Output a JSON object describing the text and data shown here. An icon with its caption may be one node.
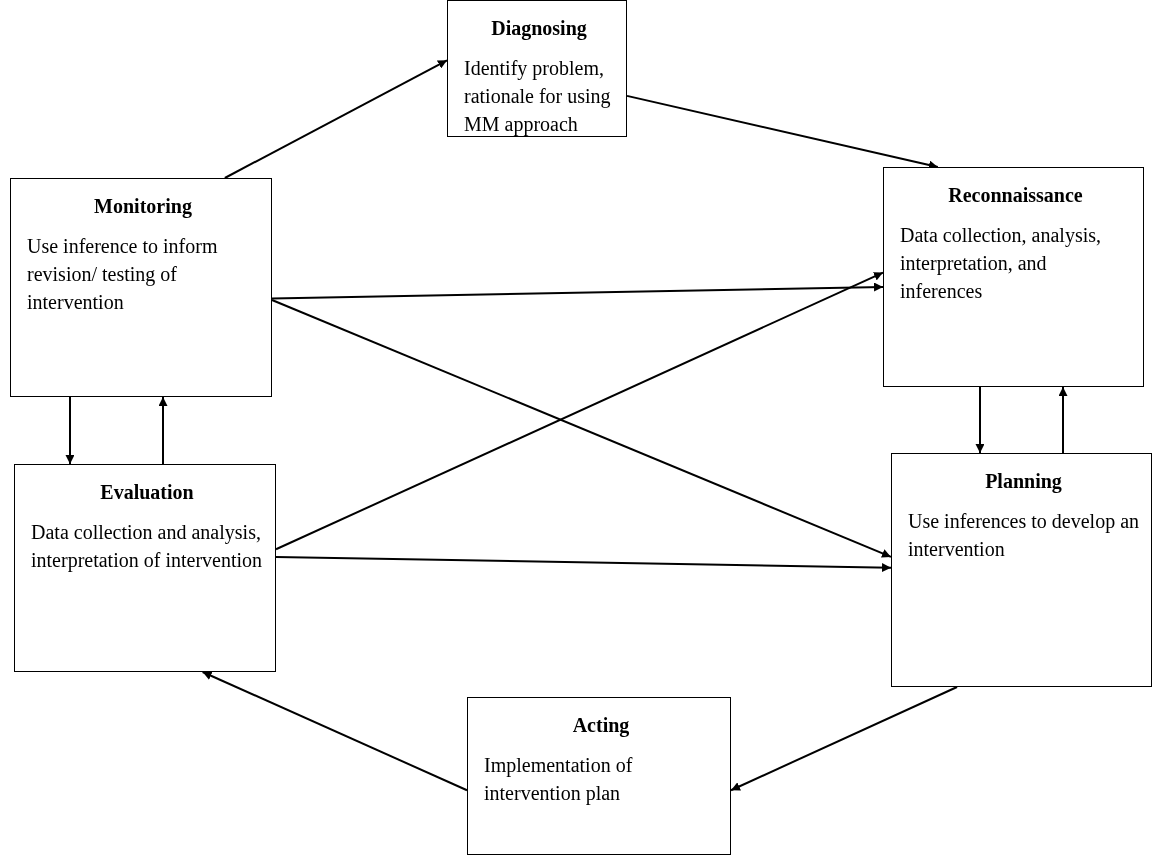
{
  "diagram": {
    "nodes": [
      {
        "text": [
          "Diagnosing",
          "Identify problem, rationale for using MM approach"
        ]
      },
      {
        "text": [
          "Monitoring",
          "Use inference to inform revision/ testing of intervention"
        ]
      },
      {
        "text": [
          "Reconnaissance",
          "Data collection, analysis, interpretation, and inferences"
        ]
      },
      {
        "text": [
          "Evaluation",
          "Data collection and analysis, interpretation of intervention"
        ]
      },
      {
        "text": [
          "Planning",
          "Use inferences to develop an intervention"
        ]
      },
      {
        "text": [
          "Acting",
          "Implementation of intervention plan"
        ]
      }
    ],
    "edges": [
      {
        "from": 1,
        "to": 0,
        "arrow": "to"
      },
      {
        "from": 0,
        "to": 2,
        "arrow": "to"
      },
      {
        "from": 1,
        "to": 2,
        "arrow": "to"
      },
      {
        "from": 1,
        "to": 4,
        "arrow": "to"
      },
      {
        "from": 3,
        "to": 2,
        "arrow": "to"
      },
      {
        "from": 3,
        "to": 4,
        "arrow": "to"
      },
      {
        "from": 2,
        "to": 4,
        "arrow": "to"
      },
      {
        "from": 4,
        "to": 2,
        "arrow": "to"
      },
      {
        "from": 1,
        "to": 3,
        "arrow": "to"
      },
      {
        "from": 3,
        "to": 1,
        "arrow": "to"
      },
      {
        "from": 4,
        "to": 5,
        "arrow": "to"
      },
      {
        "from": 5,
        "to": 3,
        "arrow": "to"
      }
    ]
  }
}
